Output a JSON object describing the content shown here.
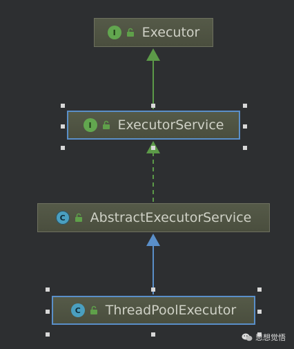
{
  "nodes": {
    "executor": {
      "label": "Executor",
      "badge": "I",
      "kind": "interface"
    },
    "executor_service": {
      "label": "ExecutorService",
      "badge": "I",
      "kind": "interface"
    },
    "abstract_executor_service": {
      "label": "AbstractExecutorService",
      "badge": "C",
      "kind": "abstract class"
    },
    "thread_pool_executor": {
      "label": "ThreadPoolExecutor",
      "badge": "C",
      "kind": "class"
    }
  },
  "edges": [
    {
      "from": "executor_service",
      "to": "executor",
      "style": "solid",
      "color": "#5c9a48"
    },
    {
      "from": "abstract_executor_service",
      "to": "executor_service",
      "style": "dashed",
      "color": "#5c9a48"
    },
    {
      "from": "thread_pool_executor",
      "to": "abstract_executor_service",
      "style": "solid",
      "color": "#5a8fc9"
    }
  ],
  "watermark": {
    "text": "思想觉悟",
    "icon": "wechat-icon"
  },
  "colors": {
    "background": "#2d2f31",
    "node_fill": "#4f5343",
    "node_text": "#cfd1c6",
    "interface_badge": "#62a64f",
    "class_badge": "#4a9fc0",
    "lock": "#5fa04a",
    "selection": "#5a8fc9",
    "handle": "#d8d8d8"
  }
}
